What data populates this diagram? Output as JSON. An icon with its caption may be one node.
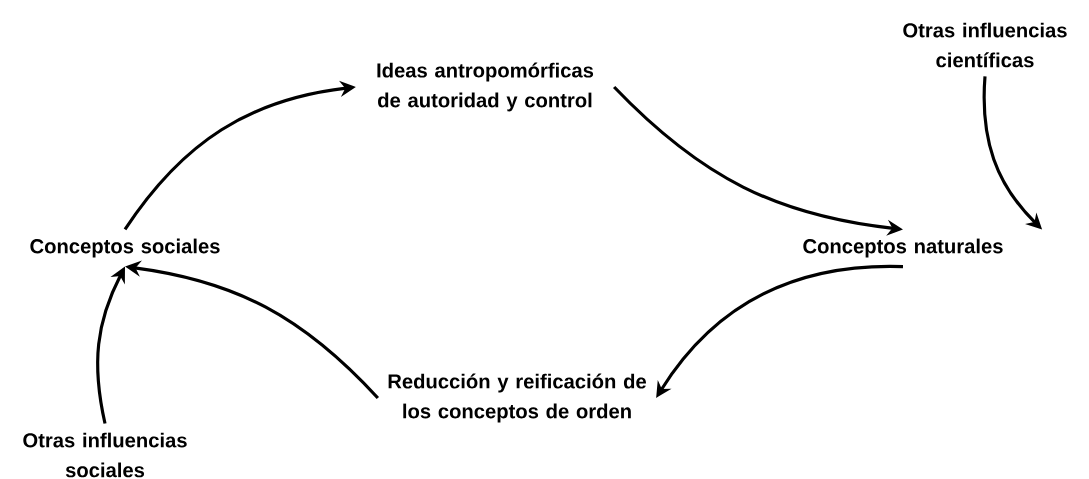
{
  "diagram": {
    "nodes": [
      {
        "text": [
          "Ideas antropomórficas de autoridad y control"
        ]
      },
      {
        "text": [
          "Otras influencias científicas"
        ]
      },
      {
        "text": [
          "Conceptos sociales"
        ]
      },
      {
        "text": [
          "Conceptos naturales"
        ]
      },
      {
        "text": [
          "Reducción y reificación de los conceptos de orden"
        ]
      },
      {
        "text": [
          "Otras influencias sociales"
        ]
      }
    ],
    "edges": [
      {
        "from": 2,
        "to": 0,
        "arrow": "to"
      },
      {
        "from": 0,
        "to": 3,
        "arrow": "to"
      },
      {
        "from": 1,
        "to": 3,
        "arrow": "to"
      },
      {
        "from": 3,
        "to": 4,
        "arrow": "to"
      },
      {
        "from": 4,
        "to": 2,
        "arrow": "to"
      },
      {
        "from": 5,
        "to": 2,
        "arrow": "to"
      }
    ]
  }
}
